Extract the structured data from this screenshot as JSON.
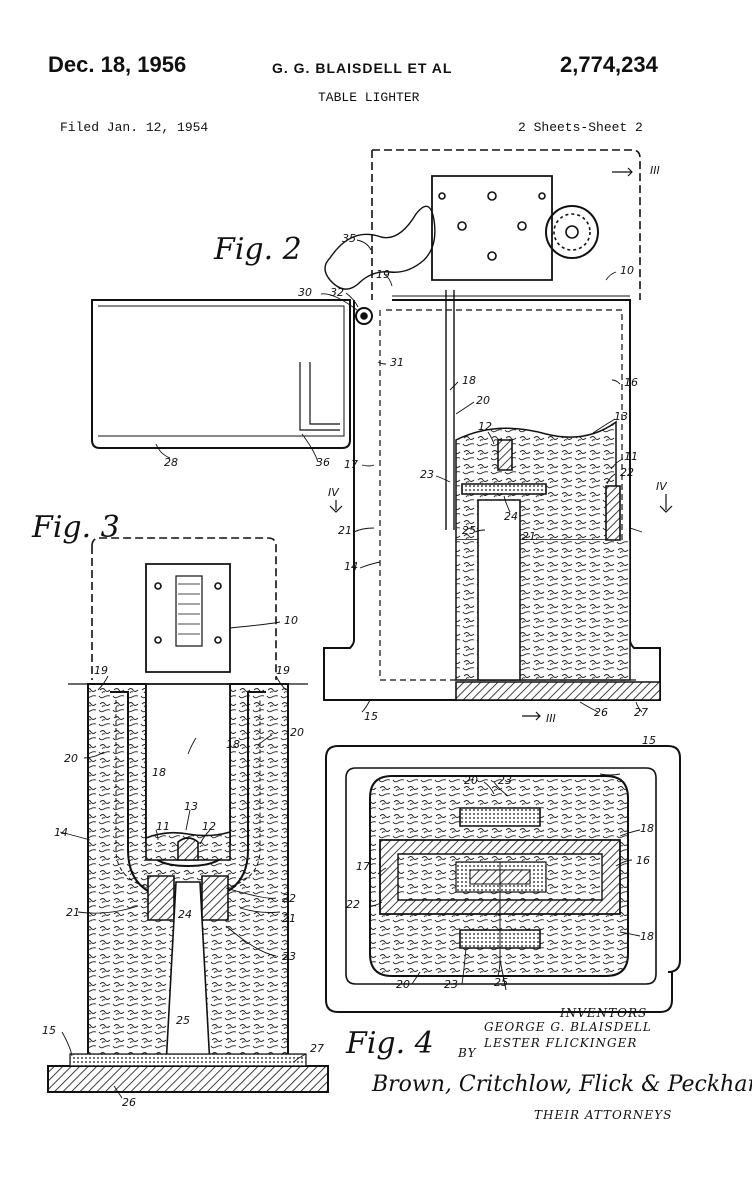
{
  "header": {
    "date": "Dec. 18, 1956",
    "inventors_line": "G. G. BLAISDELL ET AL",
    "patent_number": "2,774,234",
    "title": "TABLE LIGHTER",
    "filed": "Filed Jan. 12, 1954",
    "sheet": "2 Sheets-Sheet 2"
  },
  "figures": {
    "fig2": "Fig. 2",
    "fig3": "Fig. 3",
    "fig4": "Fig. 4"
  },
  "section_marks": {
    "iii": "III",
    "iv": "IV"
  },
  "reference_numerals": {
    "fig2": [
      "35",
      "19",
      "30",
      "32",
      "10",
      "31",
      "18",
      "16",
      "20",
      "13",
      "12",
      "11",
      "17",
      "23",
      "22",
      "24",
      "21",
      "25",
      "14",
      "15",
      "26",
      "27",
      "28",
      "36"
    ],
    "fig3": [
      "10",
      "19",
      "19",
      "20",
      "18",
      "18",
      "20",
      "14",
      "13",
      "12",
      "11",
      "22",
      "21",
      "24",
      "21",
      "23",
      "25",
      "15",
      "27",
      "26"
    ],
    "fig4": [
      "15",
      "20",
      "23",
      "18",
      "17",
      "16",
      "22",
      "18",
      "20",
      "23",
      "25"
    ]
  },
  "signature_block": {
    "heading": "INVENTORS",
    "inventor_1": "GEORGE G. BLAISDELL",
    "inventor_2": "LESTER FLICKINGER",
    "by": "BY",
    "attorneys_signature": "Brown, Critchlow, Flick & Peckham",
    "attorneys_label": "THEIR ATTORNEYS"
  }
}
